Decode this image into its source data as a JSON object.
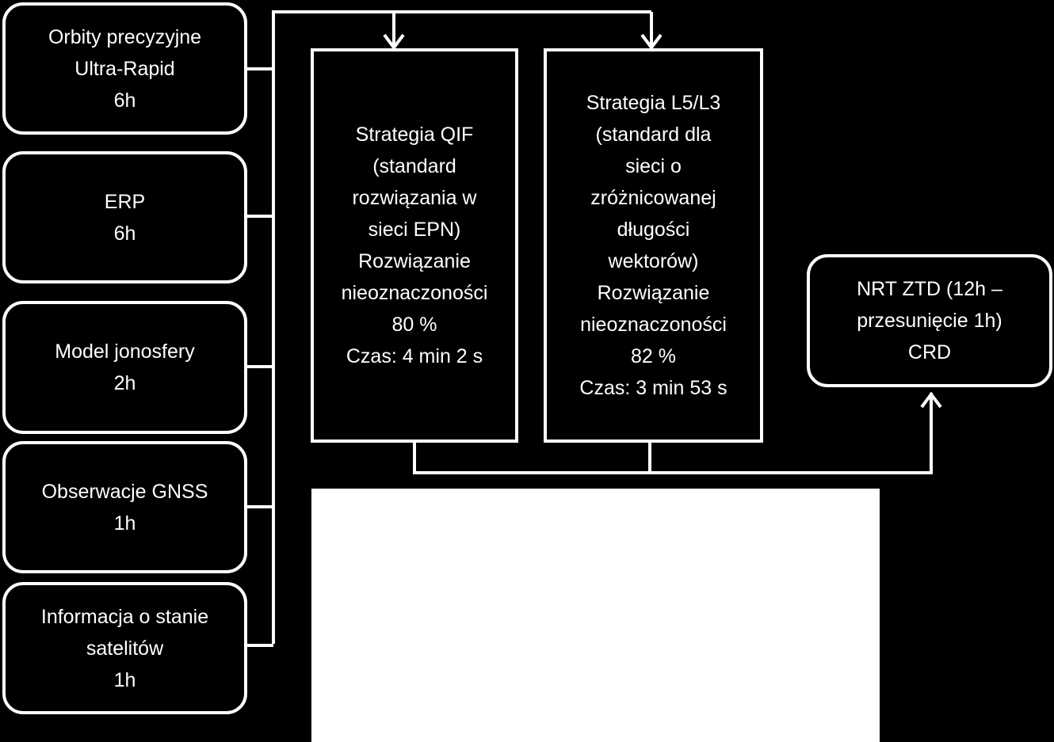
{
  "inputs": [
    {
      "lines": [
        "Orbity precyzyjne",
        "Ultra-Rapid",
        "6h"
      ]
    },
    {
      "lines": [
        "ERP",
        "6h"
      ]
    },
    {
      "lines": [
        "Model jonosfery",
        "2h"
      ]
    },
    {
      "lines": [
        "Obserwacje GNSS",
        "1h"
      ]
    },
    {
      "lines": [
        "Informacja o stanie",
        "satelitów",
        "1h"
      ]
    }
  ],
  "strategies": [
    {
      "lines": [
        "Strategia QIF",
        "(standard",
        "rozwiązania w",
        "sieci EPN)",
        "Rozwiązanie",
        "nieoznaczoności",
        "80 %",
        "Czas: 4 min 2 s"
      ]
    },
    {
      "lines": [
        "Strategia L5/L3",
        "(standard dla",
        "sieci o",
        "zróżnicowanej",
        "długości",
        "wektorów)",
        "Rozwiązanie",
        "nieoznaczoności",
        "82 %",
        "Czas: 3 min 53 s"
      ]
    }
  ],
  "output": {
    "lines": [
      "NRT ZTD (12h –",
      "przesunięcie 1h)",
      "CRD"
    ]
  },
  "colors": {
    "background": "#000000",
    "stroke": "#ffffff"
  }
}
